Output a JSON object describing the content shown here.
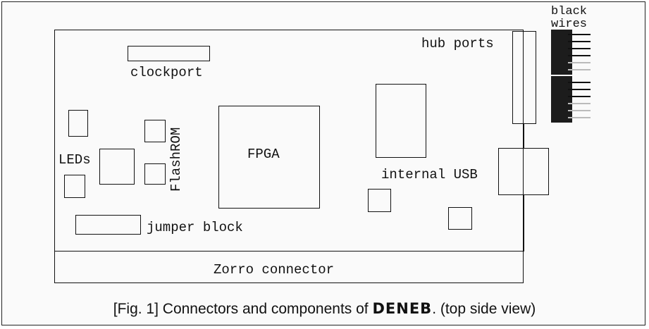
{
  "labels": {
    "clockport": "clockport",
    "leds": "LEDs",
    "flashrom": "FlashROM",
    "fpga": "FPGA",
    "hub_ports": "hub ports",
    "black_wires_line1": "black",
    "black_wires_line2": "wires",
    "internal_usb": "internal USB",
    "jumper_block": "jumper block",
    "zorro_connector": "Zorro connector"
  },
  "caption": {
    "prefix": "[Fig. 1] Connectors and components of ",
    "brand": "DENEB",
    "suffix": ". (top side view)"
  }
}
